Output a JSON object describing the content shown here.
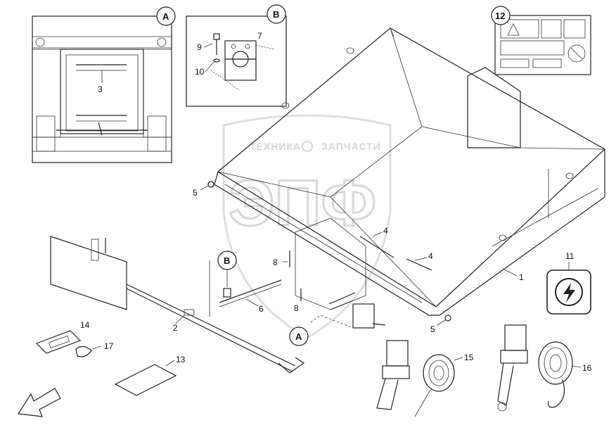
{
  "watermark": {
    "top_text": "ТЕХНИКА",
    "right_text": "ЗАПЧАСТИ",
    "big_text": "ЭПФ"
  },
  "callouts": {
    "A": "A",
    "B": "B",
    "kit": "12"
  },
  "part_labels": {
    "p1": "1",
    "p2": "2",
    "p3": "3",
    "p4a": "4",
    "p4b": "4",
    "p5a": "5",
    "p5b": "5",
    "p6": "6",
    "p7": "7",
    "p8a": "8",
    "p8b": "8",
    "p9": "9",
    "p10": "10",
    "p11": "11",
    "p13": "13",
    "p14": "14",
    "p15": "15",
    "p16": "16",
    "p17": "17"
  },
  "detail_markers": {
    "A_on_main": "A",
    "B_on_main": "B"
  },
  "icons": {
    "electrical": "lightning-bolt-icon",
    "direction": "direction-arrow-icon"
  }
}
